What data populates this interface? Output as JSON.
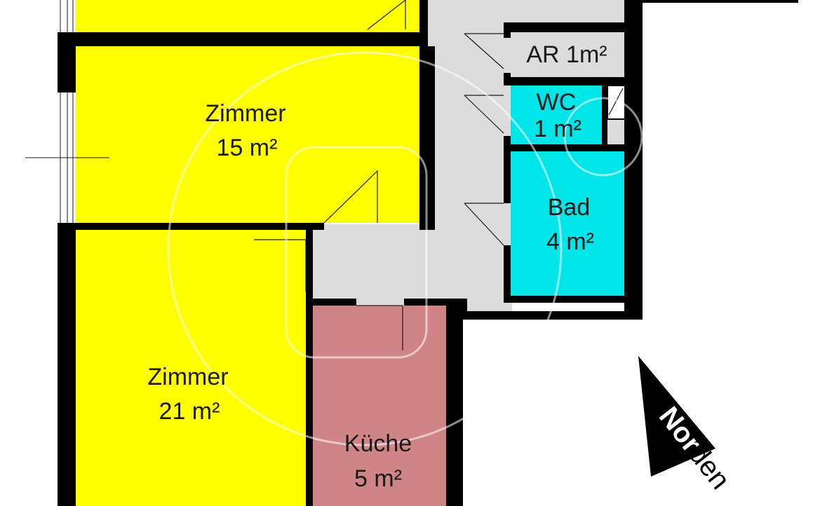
{
  "plan": {
    "colors": {
      "wall": "#000000",
      "zimmer": "#ffff00",
      "bath": "#00e5e8",
      "kitchen": "#cf8585",
      "corridor": "#dcdcdc",
      "background": "#ffffff"
    },
    "rooms": {
      "zimmer_15": {
        "name": "Zimmer",
        "area": "15 m²"
      },
      "zimmer_21": {
        "name": "Zimmer",
        "area": "21 m²"
      },
      "kueche": {
        "name": "Küche",
        "area": "5 m²"
      },
      "bad": {
        "name": "Bad",
        "area": "4 m²"
      },
      "wc": {
        "name": "WC",
        "area": "1 m²"
      },
      "ar": {
        "name": "AR 1m²"
      }
    },
    "compass": {
      "bold_text": "Nor",
      "plain_text": "den"
    }
  }
}
